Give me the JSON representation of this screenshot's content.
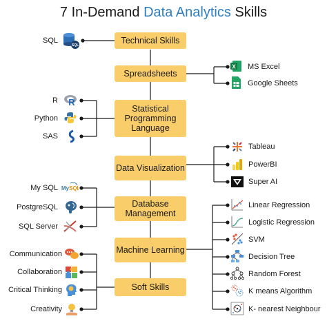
{
  "title": {
    "prefix": "7 In-Demand",
    "accent": "Data Analytics",
    "suffix": "Skills"
  },
  "skills": [
    {
      "label": "Technical Skills"
    },
    {
      "label": "Spreadsheets"
    },
    {
      "label": "Statistical Programming Language"
    },
    {
      "label": "Data Visualization"
    },
    {
      "label": "Database Management"
    },
    {
      "label": "Machine Learning"
    },
    {
      "label": "Soft Skills"
    }
  ],
  "left_items": [
    {
      "label": "SQL",
      "icon": "database-icon"
    },
    {
      "label": "R",
      "icon": "r-logo-icon"
    },
    {
      "label": "Python",
      "icon": "python-logo-icon"
    },
    {
      "label": "SAS",
      "icon": "sas-logo-icon"
    },
    {
      "label": "My SQL",
      "icon": "mysql-logo-icon"
    },
    {
      "label": "PostgreSQL",
      "icon": "postgresql-logo-icon"
    },
    {
      "label": "SQL Server",
      "icon": "sql-server-logo-icon"
    },
    {
      "label": "Communication",
      "icon": "chat-bubbles-icon"
    },
    {
      "label": "Collaboration",
      "icon": "puzzle-icon"
    },
    {
      "label": "Critical Thinking",
      "icon": "brain-head-icon"
    },
    {
      "label": "Creativity",
      "icon": "lightbulb-hand-icon"
    }
  ],
  "right_items": [
    {
      "label": "MS Excel",
      "icon": "excel-icon"
    },
    {
      "label": "Google Sheets",
      "icon": "google-sheets-icon"
    },
    {
      "label": "Tableau",
      "icon": "tableau-icon"
    },
    {
      "label": "PowerBI",
      "icon": "powerbi-icon"
    },
    {
      "label": "Super AI",
      "icon": "superai-icon"
    },
    {
      "label": "Linear Regression",
      "icon": "linear-regression-icon"
    },
    {
      "label": "Logistic Regression",
      "icon": "logistic-regression-icon"
    },
    {
      "label": "SVM",
      "icon": "svm-icon"
    },
    {
      "label": "Decision Tree",
      "icon": "decision-tree-icon"
    },
    {
      "label": "Random Forest",
      "icon": "random-forest-icon"
    },
    {
      "label": "K means Algorithm",
      "icon": "k-means-icon"
    },
    {
      "label": "K- nearest Neighbour",
      "icon": "knn-icon"
    }
  ],
  "colors": {
    "box": "#f9cd6a",
    "accent": "#2f7fc1",
    "line": "#1a1a1a"
  }
}
